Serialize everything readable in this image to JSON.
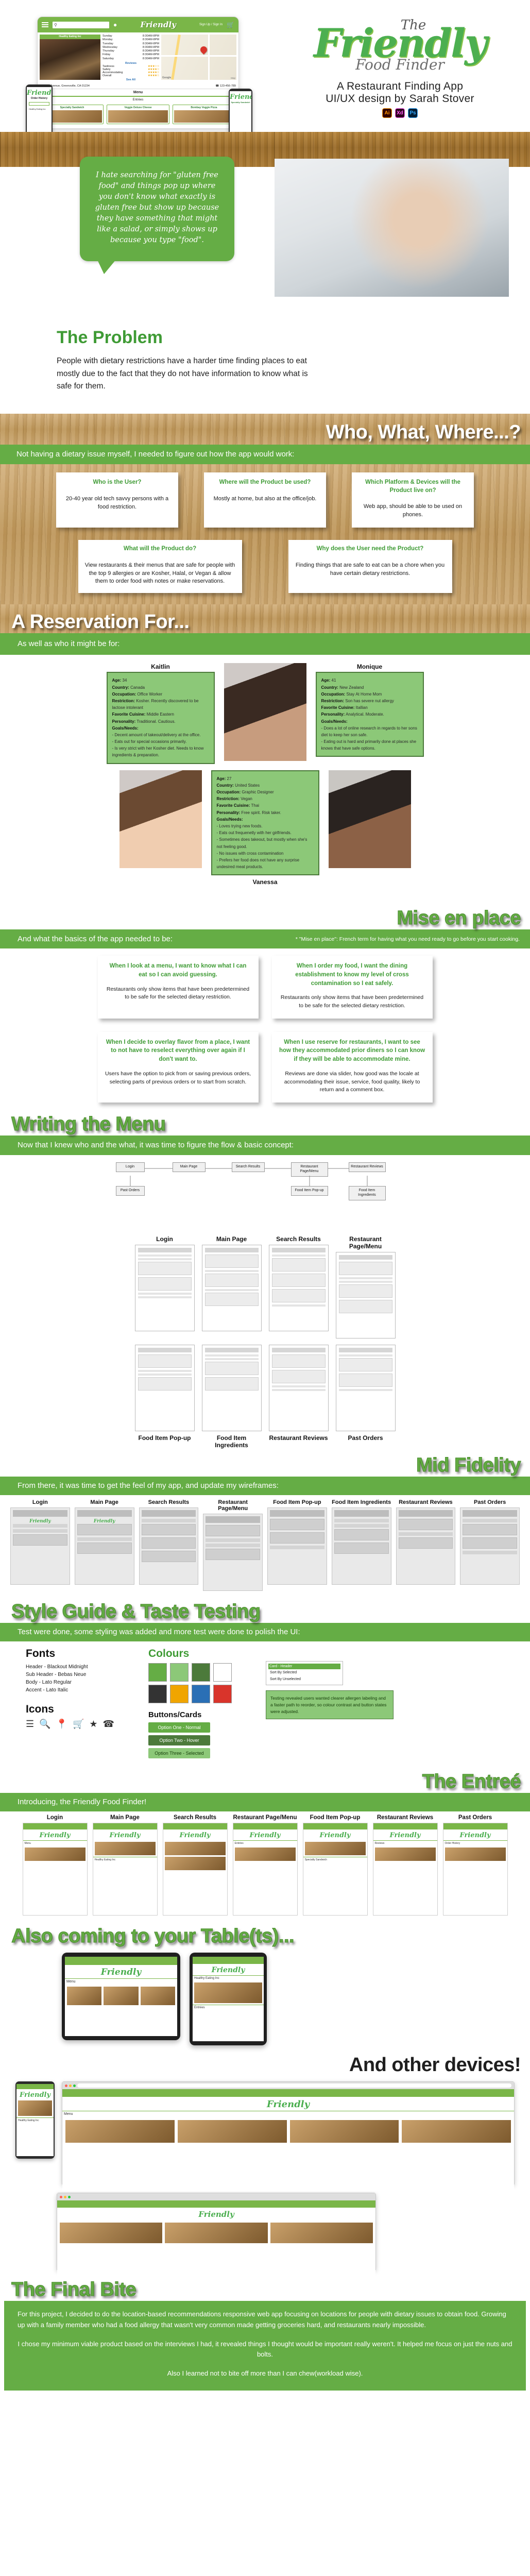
{
  "hero": {
    "logo_the": "The",
    "logo_main": "Friendly",
    "logo_sub": "Food Finder",
    "tagline_1": "A Restaurant Finding App",
    "tagline_2": "UI/UX design by Sarah Stover",
    "tools": [
      "Ai",
      "Xd",
      "Ps"
    ],
    "app_nav": {
      "signin": "Sign Up / Sign In",
      "search_placeholder": "",
      "logo": "Friendly",
      "order_history": "Order History"
    },
    "restaurant": {
      "name": "Healthy Eating Inc",
      "hours": [
        {
          "day": "Sunday",
          "time": "8:30AM-8PM"
        },
        {
          "day": "Monday",
          "time": "8:30AM-8PM"
        },
        {
          "day": "Tuesday",
          "time": "8:30AM-8PM"
        },
        {
          "day": "Wednesday",
          "time": "8:30AM-8PM"
        },
        {
          "day": "Thursday",
          "time": "8:30AM-8PM"
        },
        {
          "day": "Friday",
          "time": "8:30AM-8PM"
        },
        {
          "day": "Saturday",
          "time": "8:30AM-8PM"
        }
      ],
      "reviews_head": "Reviews",
      "ratings": [
        {
          "label": "Tastiness",
          "stars": "★★★☆☆"
        },
        {
          "label": "Safety",
          "stars": "★★★★☆"
        },
        {
          "label": "Accommodating",
          "stars": "★★★★☆"
        },
        {
          "label": "Overall",
          "stars": "★★★★☆"
        }
      ],
      "see_all": "See All",
      "address": "82 Leaf Avenue, Greensville, CA 01234",
      "phone": "123-456-789",
      "menu_label": "Menu",
      "entrees_label": "Entrées",
      "dishes": [
        "Specialty Sandwich",
        "Veggie Deluxe Cheese",
        "Bombay Veggie Pizza"
      ],
      "map_watermark": "Google",
      "map_label": "Map"
    }
  },
  "problem": {
    "quote": "I hate searching for \"gluten free food\" and things pop up where you don't know what exactly is gluten free but show up because they have something that might like a salad, or simply shows up because you type \"food\".",
    "heading": "The Problem",
    "body": "People with dietary restrictions have a harder time finding places to eat mostly due to the fact that they do not have information to know what is safe for them."
  },
  "who_what_where": {
    "title": "Who, What, Where...?",
    "subtitle": "Not having a dietary issue myself, I needed to figure out how the app would work:",
    "cards": [
      {
        "q": "Who is the User?",
        "a": "20-40 year old tech savvy persons with a food restriction."
      },
      {
        "q": "Where will the Product be used?",
        "a": "Mostly at home, but also at the office/job."
      },
      {
        "q": "Which Platform & Devices will the Product live on?",
        "a": "Web app, should be able to be used on phones."
      }
    ],
    "cards2": [
      {
        "q": "What will the Product do?",
        "a": "View restaurants & their menus that are safe for people with the top 9 allergies or are Kosher, Halal, or Vegan & allow them to order food with notes or make reservations."
      },
      {
        "q": "Why does the User need the Product?",
        "a": "Finding things that are safe to eat can be a chore when you have certain dietary restrictions."
      }
    ]
  },
  "personas": {
    "title": "A Reservation For...",
    "subtitle": "As well as who it might be for:",
    "list": [
      {
        "name": "Kaitlin",
        "age": "34",
        "country": "Canada",
        "occupation": "Office Worker",
        "restriction": "Kosher. Recently discovered to be lactose intolerant",
        "cuisine": "Middle Eastern",
        "personality": "Traditional. Cautious.",
        "goals": "- Decent amount of takeout/delivery at the office.\n- Eats out for special occasions primarily.\n- Is very strict with her Kosher diet. Needs to know ingredients & preparation."
      },
      {
        "name": "Monique",
        "age": "41",
        "country": "New Zealand",
        "occupation": "Stay At Home Mom",
        "restriction": "Son has severe nut allergy",
        "cuisine": "Itallian",
        "personality": "Analytical. Moderate.",
        "goals": "- Does a lot of online research in regards to her sons diet to keep her son safe.\n- Eating out is hard and primarily done at places she knows that have safe options."
      },
      {
        "name": "Vanessa",
        "age": "27",
        "country": "United States",
        "occupation": "Graphic Designer",
        "restriction": "Vegan",
        "cuisine": "Thai",
        "personality": "Free spirit. Risk taker.",
        "goals": "- Loves trying new foods.\n- Eats out frequenetly with her girlfriends.\n- Sometimes does takeout, but mostly when she's not feeling good.\n- No issues with cross contamination\n- Prefers her food does not have any surprise undesired meat products."
      }
    ],
    "labels": {
      "age": "Age:",
      "country": "Country:",
      "occupation": "Occupation:",
      "restriction": "Restriction:",
      "cuisine": "Favorite Cuisine:",
      "personality": "Personality:",
      "goals": "Goals/Needs:"
    }
  },
  "mise_en_place": {
    "title": "Mise en place",
    "subtitle": "And what the basics of the app needed to be:",
    "note": "* \"Mise en place\": French term for having what you need ready to go before you start cooking.",
    "cards": [
      {
        "q": "When I look at a menu, I want to know what I can eat so I can avoid guessing.",
        "a": "Restaurants only show items that have been predetermined to be safe for the selected dietary restriction."
      },
      {
        "q": "When I order my food, I want the dining establishment to know my level of cross contamination so I eat safely.",
        "a": "Restaurants only show items that have been predetermined to be safe for the selected dietary restriction."
      },
      {
        "q": "When I decide to overlay flavor from a place, I want to not have to reselect everything over again if I don't want to.",
        "a": "Users have the option to pick from or saving previous orders, selecting parts of previous orders or to start from scratch."
      },
      {
        "q": "When I use reserve for restaurants, I want to see how they accommodated prior diners so I can know if they will be able to accommodate mine.",
        "a": "Reviews are done via slider, how good was the locale at accommodating their issue, service, food quality, likely to return and a comment box."
      }
    ]
  },
  "menu_section": {
    "title": "Writing the Menu",
    "subtitle": "Now that I knew who and the what, it was time to figure the flow & basic concept:",
    "flow_nodes": [
      "Login",
      "Main Page",
      "Search Results",
      "Restaurant Page/Menu",
      "Food Item Pop-up",
      "Restaurant Reviews",
      "Food Item Ingredients",
      "Past Orders"
    ],
    "wireframe_labels_top": [
      "Login",
      "Main Page",
      "Search Results",
      "Restaurant Page/Menu"
    ],
    "wireframe_labels_bottom": [
      "Food Item Pop-up",
      "Food Item Ingredients",
      "Restaurant Reviews",
      "Past Orders"
    ]
  },
  "mid_fidelity": {
    "title": "Mid Fidelity",
    "subtitle": "From there, it was time to get the feel of my app, and update my wireframes:",
    "labels": [
      "Login",
      "Main Page",
      "Search Results",
      "Restaurant Page/Menu",
      "Food Item Pop-up",
      "Food Item Ingredients",
      "Restaurant Reviews",
      "Past Orders"
    ]
  },
  "style_guide": {
    "title": "Style Guide & Taste Testing",
    "subtitle": "Test were done, some styling was added and more test were done to polish the UI:",
    "fonts_h": "Fonts",
    "colours_h": "Colours",
    "buttons_h": "Buttons/Cards",
    "icons_h": "Icons",
    "font_items": [
      "Header - Blackout Midnight",
      "Sub Header - Bebas Neue",
      "Body - Lato Regular",
      "Accent - Lato Italic"
    ],
    "colours": [
      "#65AD45",
      "#8CC878",
      "#4C7A3B",
      "#FFFFFF",
      "#333333",
      "#F0A500",
      "#2A6FB5",
      "#D9342B"
    ],
    "buttons": [
      "Option One - Normal",
      "Option Two - Hover",
      "Option Three - Selected"
    ],
    "cards": [
      "Card - Header",
      "Sort By Selected",
      "Sort By Unselected"
    ],
    "icons": [
      "☰",
      "🔍",
      "📍",
      "🛒",
      "★",
      "☎"
    ],
    "note": "Testing revealed users wanted clearer allergen labeling and a faster path to reorder, so colour contrast and button states were adjusted."
  },
  "entree": {
    "title": "The Entreé",
    "subtitle": "Introducing, the Friendly Food Finder!",
    "labels": [
      "Login",
      "Main Page",
      "Search Results",
      "Restaurant Page/Menu",
      "Food Item Pop-up",
      "Restaurant Reviews",
      "Past Orders"
    ]
  },
  "tablet_section": {
    "title": "Also coming to your Table(ts)..."
  },
  "devices_section": {
    "title": "And other devices!"
  },
  "final": {
    "title": "The Final Bite",
    "p1": "For this project, I decided to do the location-based recommendations responsive web app focusing on locations for people with dietary issues to obtain food. Growing up with a family member who had a food allergy that wasn't very common made getting groceries hard, and restaurants nearly impossible.",
    "p2": "I chose my minimum viable product based on the interviews I had, it revealed things I thought would be important really weren't. It helped me focus on just the nuts and bolts.",
    "p3": "Also I learned not to bite off more than I can chew(workload wise)."
  },
  "colors": {
    "green": "#65AD45",
    "green_dark": "#3F9B35",
    "green_light": "#8CC878",
    "wood": "#A9782F"
  }
}
